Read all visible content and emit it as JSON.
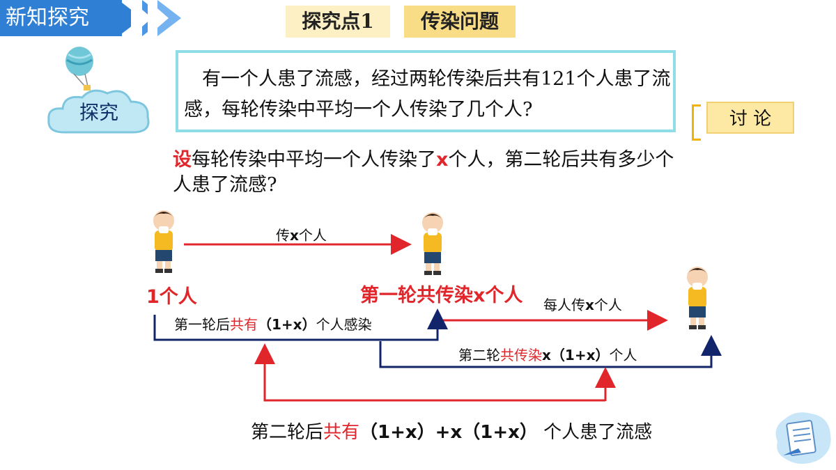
{
  "header": {
    "section_title": "新知探究"
  },
  "titles": {
    "point": "探究点1",
    "topic": "传染问题"
  },
  "cloud": {
    "label": "探究"
  },
  "problem": {
    "text": "有一个人患了流感，经过两轮传染后共有121个人患了流感，每轮传染中平均一个人传染了几个人?"
  },
  "discuss": {
    "label": "讨 论"
  },
  "setup": {
    "set_word": "设",
    "part1": "每轮传染中平均一个人传染了",
    "x": "x",
    "part2": "个人，第二轮后共有多少个人患了流感?"
  },
  "diagram": {
    "arrow1_label": {
      "pre": "传",
      "x": "x",
      "post": "个人"
    },
    "one_person": "1个人",
    "round1_total": "第一轮共传染x个人",
    "each_spreads": {
      "pre": "每人传",
      "x": "x",
      "post": "个人"
    },
    "after_round1": {
      "pre": "第一轮后",
      "red": "共有",
      "formula": "（1+x）",
      "post": "个人感染"
    },
    "round2_spread": {
      "pre": "第二轮",
      "red": "共传染",
      "formula": "x（1+x）",
      "post": "个人"
    },
    "final": {
      "pre": "第二轮后",
      "red": "共有",
      "formula": "（1+x）+x（1+x）",
      "post": " 个人患了流感"
    }
  },
  "colors": {
    "red": "#e0262b",
    "navy": "#12256b",
    "accent_blue": "#2f7fd4"
  }
}
